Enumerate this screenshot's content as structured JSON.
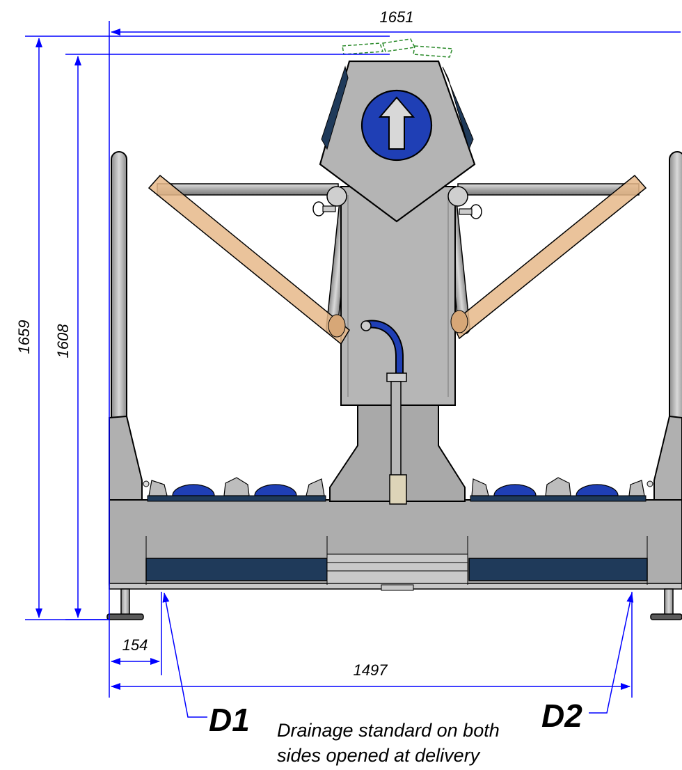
{
  "dimensions": {
    "width_overall": "1651",
    "height_overall": "1659",
    "height_top": "1608",
    "offset_left": "154",
    "drain_spacing": "1497"
  },
  "callouts": {
    "d1": "D1",
    "d2": "D2"
  },
  "note": {
    "line1": "Drainage standard on both",
    "line2": "sides opened at delivery"
  },
  "colors": {
    "dimension_line": "#0000ff",
    "steel": "#b3b3b3",
    "wood": "#e6b98a",
    "blue_badge": "#1f3fb5",
    "dark_blue": "#1f3a5a"
  },
  "icons": {
    "badge": "up-arrow-icon"
  }
}
